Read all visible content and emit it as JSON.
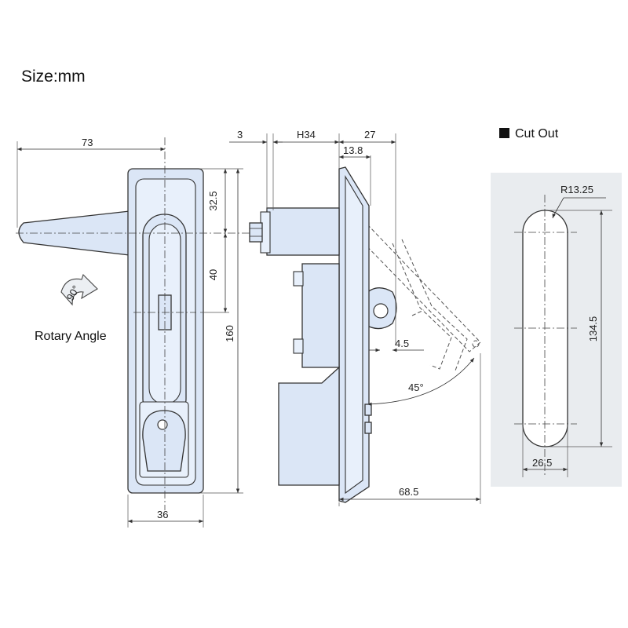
{
  "title": "Size:mm",
  "rotary_label": "Rotary Angle",
  "rotary_angle": "90°",
  "cutout_label": "Cut Out",
  "dims": {
    "w73": "73",
    "h32_5": "32.5",
    "h40": "40",
    "h160": "160",
    "w36": "36",
    "t3": "3",
    "h34": "H34",
    "d27": "27",
    "d13_8": "13.8",
    "d4_5": "4.5",
    "a45": "45°",
    "d68_5": "68.5",
    "r13_25": "R13.25",
    "h134_5": "134.5",
    "w26_5": "26.5"
  },
  "colors": {
    "part_fill": "#dbe6f6",
    "panel_bg": "#e9ecef",
    "line": "#333333"
  }
}
